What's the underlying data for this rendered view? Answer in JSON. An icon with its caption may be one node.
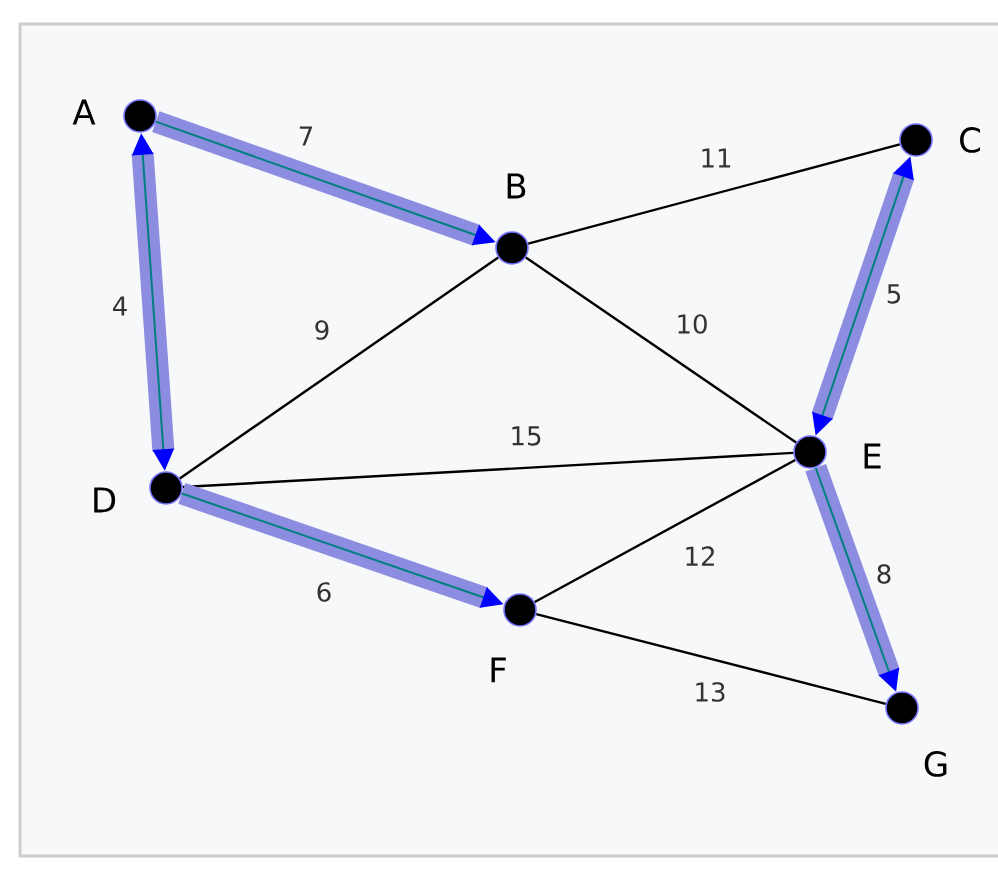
{
  "diagram": {
    "nodes": [
      {
        "text": [
          "A"
        ]
      },
      {
        "text": [
          "B"
        ]
      },
      {
        "text": [
          "C"
        ]
      },
      {
        "text": [
          "D"
        ]
      },
      {
        "text": [
          "E"
        ]
      },
      {
        "text": [
          "F"
        ]
      },
      {
        "text": [
          "G"
        ]
      }
    ],
    "edges": [
      {
        "from": 0,
        "to": 1,
        "arrow": "to",
        "label": "7",
        "style": "thick",
        "color": "#8c8ce0"
      },
      {
        "from": 0,
        "to": 3,
        "arrow": "both",
        "label": "4",
        "style": "thick",
        "color": "#8c8ce0"
      },
      {
        "from": 1,
        "to": 2,
        "arrow": "none",
        "label": "11"
      },
      {
        "from": 3,
        "to": 1,
        "arrow": "none",
        "label": "9"
      },
      {
        "from": 1,
        "to": 4,
        "arrow": "none",
        "label": "10"
      },
      {
        "from": 2,
        "to": 4,
        "arrow": "both",
        "label": "5",
        "style": "thick",
        "color": "#8c8ce0"
      },
      {
        "from": 3,
        "to": 4,
        "arrow": "none",
        "label": "15"
      },
      {
        "from": 3,
        "to": 5,
        "arrow": "to",
        "label": "6",
        "style": "thick",
        "color": "#8c8ce0"
      },
      {
        "from": 4,
        "to": 5,
        "arrow": "none",
        "label": "12"
      },
      {
        "from": 4,
        "to": 6,
        "arrow": "to",
        "label": "8",
        "style": "thick",
        "color": "#8c8ce0"
      },
      {
        "from": 5,
        "to": 6,
        "arrow": "none",
        "label": "13"
      }
    ]
  }
}
